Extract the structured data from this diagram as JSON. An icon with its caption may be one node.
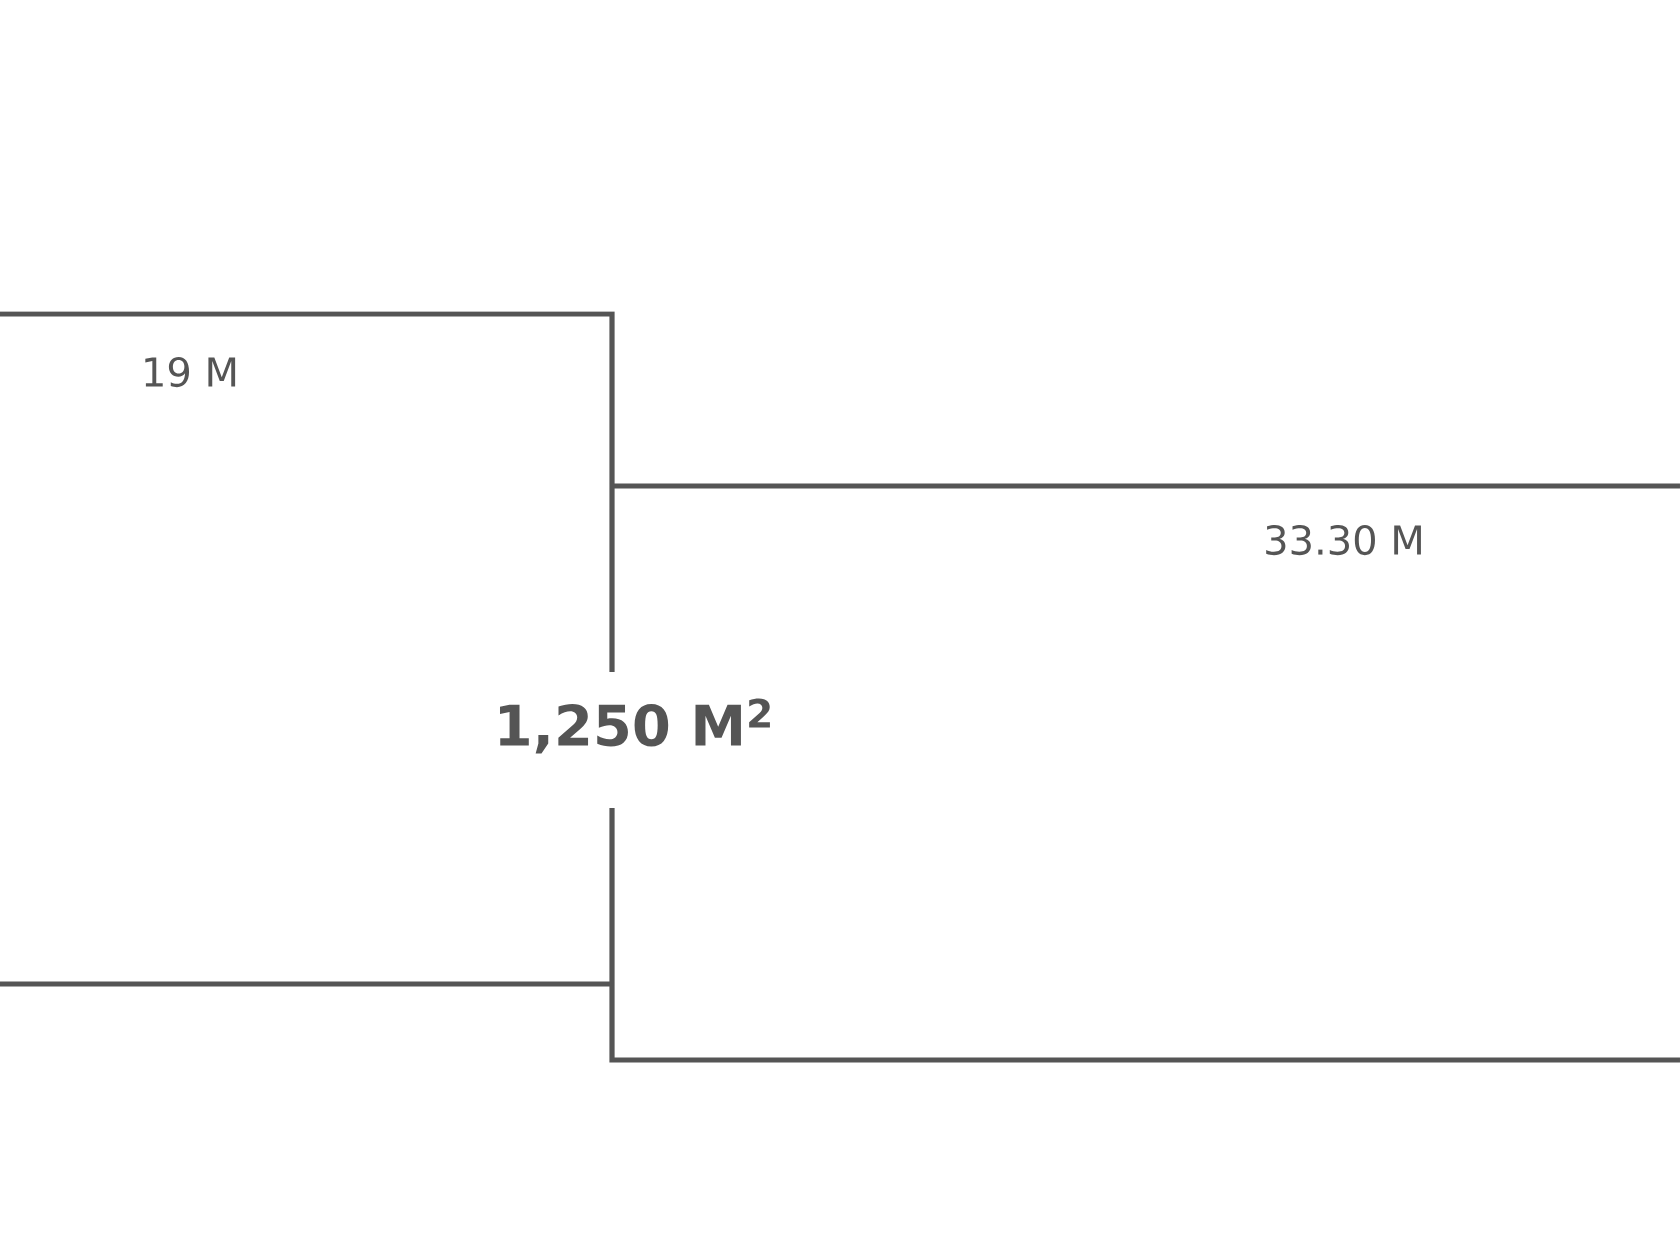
{
  "diagram": {
    "labels": [
      "19 M",
      "33.30 M",
      "1,250 M$^{2}$"
    ]
  }
}
